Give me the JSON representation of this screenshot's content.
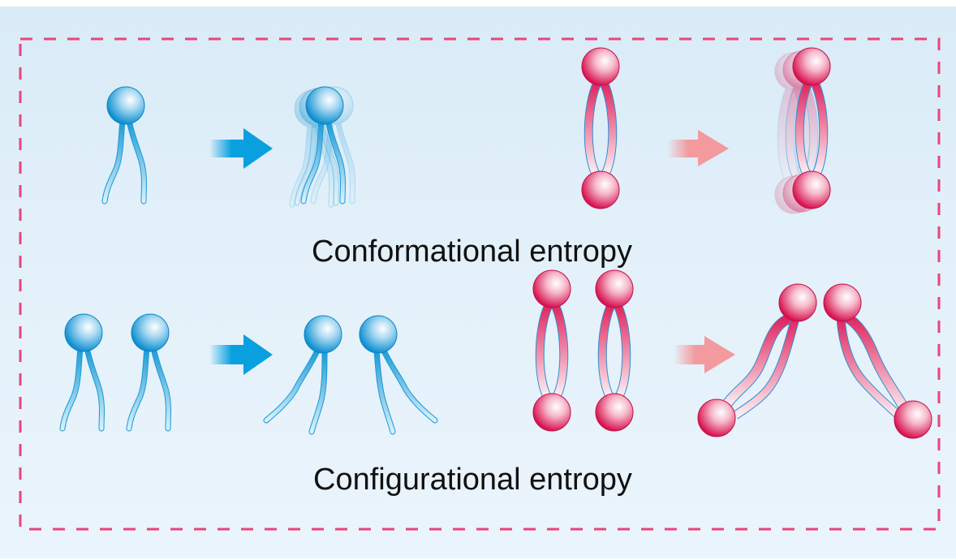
{
  "diagram": {
    "title": "Entropy types of amphiphile molecules",
    "colors": {
      "background": "#e4f1fa",
      "border_dash": "#e8457a",
      "single_tail_amphiphile": "#1a9ad6",
      "bolaamphiphile": "#e0245e",
      "blue_arrow": "#0aa0e0",
      "pink_arrow": "#f29a9e"
    },
    "rows": [
      {
        "label": "Conformational entropy",
        "panels": [
          {
            "id": "monopolar-single",
            "molecule": "single-tail amphiphile (blue head, two tails)",
            "count": 1,
            "state": "rigid"
          },
          {
            "id": "monopolar-single-flex",
            "molecule": "single-tail amphiphile with fluctuating tails",
            "count": 1,
            "state": "flexible"
          },
          {
            "id": "bola-single",
            "molecule": "bolaamphiphile (two pink heads)",
            "count": 1,
            "state": "rigid"
          },
          {
            "id": "bola-single-flex",
            "molecule": "bolaamphiphile with fluctuating chains",
            "count": 1,
            "state": "flexible"
          }
        ]
      },
      {
        "label": "Configurational entropy",
        "panels": [
          {
            "id": "monopolar-pair",
            "molecule": "single-tail amphiphile",
            "count": 2,
            "state": "aligned"
          },
          {
            "id": "monopolar-pair-spread",
            "molecule": "single-tail amphiphile",
            "count": 2,
            "state": "splayed"
          },
          {
            "id": "bola-pair",
            "molecule": "bolaamphiphile",
            "count": 2,
            "state": "aligned"
          },
          {
            "id": "bola-pair-bent",
            "molecule": "bolaamphiphile",
            "count": 2,
            "state": "bent"
          }
        ]
      }
    ]
  }
}
